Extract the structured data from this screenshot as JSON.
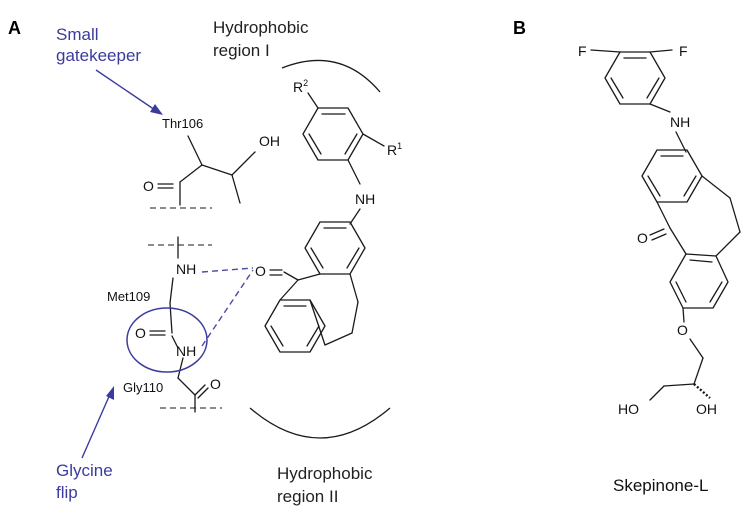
{
  "panels": {
    "a_label": "A",
    "b_label": "B"
  },
  "panel_a": {
    "small_gatekeeper": [
      "Small",
      "gatekeeper"
    ],
    "hydrophobic_region_1": [
      "Hydrophobic",
      "region I"
    ],
    "hydrophobic_region_2": [
      "Hydrophobic",
      "region II"
    ],
    "glycine_flip": [
      "Glycine",
      "flip"
    ],
    "residues": {
      "thr": "Thr106",
      "met": "Met109",
      "gly": "Gly110"
    },
    "atoms": {
      "r2": "R",
      "r2_sup": "2",
      "r1": "R",
      "r1_sup": "1",
      "oh": "OH",
      "o_thr": "O",
      "nh_linker": "NH",
      "nh_met": "NH",
      "o_met": "O",
      "nh_gly": "NH",
      "o_gly": "O",
      "o_ketone": "O"
    }
  },
  "panel_b": {
    "atoms": {
      "f1": "F",
      "f2": "F",
      "nh": "NH",
      "o_ketone": "O",
      "o_ether": "O",
      "ho": "HO",
      "oh": "OH"
    },
    "caption": "Skepinone-L"
  },
  "colors": {
    "annotation_blue": "#3b3b9e",
    "hbond_blue": "#4b4ba8",
    "structure": "#1a1a1a"
  }
}
